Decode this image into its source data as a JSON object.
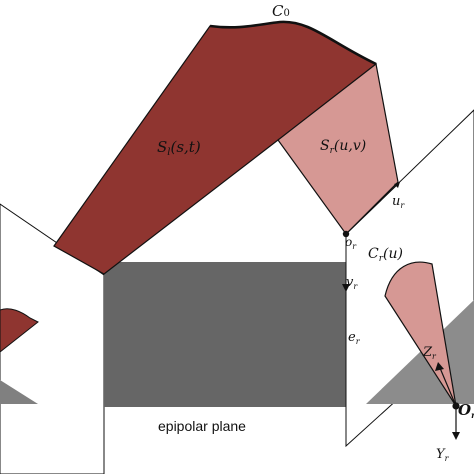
{
  "labels": {
    "curve": "C",
    "curve_sub": "0",
    "left_surface": "S",
    "left_surface_sub": "l",
    "left_surface_args": "(s,t)",
    "right_surface": "S",
    "right_surface_sub": "r",
    "right_surface_args": "(u,v)",
    "u_axis": "u",
    "u_axis_sub": "r",
    "origin": "o",
    "origin_sub": "r",
    "v_axis": "v",
    "v_axis_sub": "r",
    "epipole": "e",
    "epipole_sub": "r",
    "right_curve": "C",
    "right_curve_sub": "r",
    "right_curve_args": "(u)",
    "z_axis": "Z",
    "z_axis_sub": "r",
    "camera_center": "O",
    "camera_center_sub": "r",
    "y_axis": "Y",
    "y_axis_sub": "r",
    "plane_caption": "epipolar plane"
  },
  "colors": {
    "dark_surface": "#8f3530",
    "light_surface": "#d69894",
    "epipolar_plane": "#666666",
    "triangle_plane": "#8c8c8c",
    "outline": "#111111"
  }
}
